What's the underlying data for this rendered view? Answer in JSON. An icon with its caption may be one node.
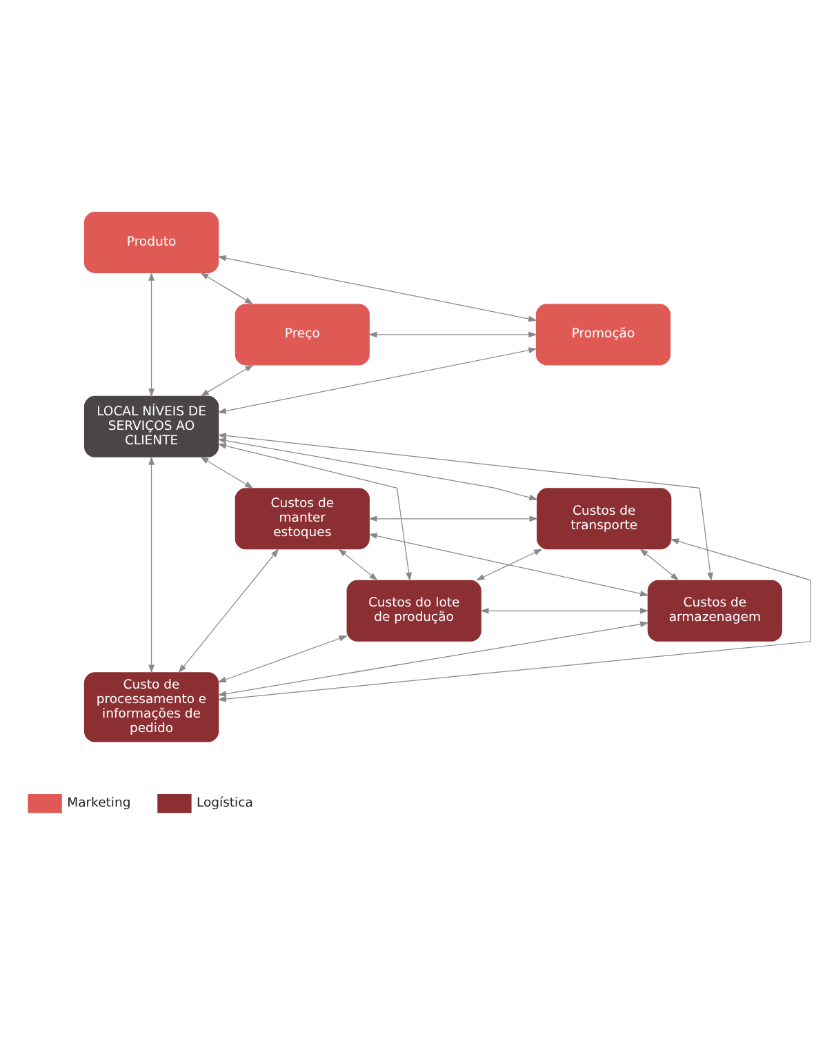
{
  "diagram": {
    "nodes": [
      {
        "text": [
          "Produto"
        ]
      },
      {
        "text": [
          "Preço"
        ]
      },
      {
        "text": [
          "Promoção"
        ]
      },
      {
        "text": [
          "LOCAL NÍVEIS DE SERVIÇOS AO CLIENTE"
        ]
      },
      {
        "text": [
          "Custos de manter estoques"
        ]
      },
      {
        "text": [
          "Custos de transporte"
        ]
      },
      {
        "text": [
          "Custos do lote de produção"
        ]
      },
      {
        "text": [
          "Custos de armazenagem"
        ]
      },
      {
        "text": [
          "Custo de processamento e informações de pedido"
        ]
      }
    ],
    "edges": [
      {
        "from": 1,
        "to": 0,
        "arrow": "both"
      },
      {
        "from": 0,
        "to": 2,
        "arrow": "both"
      },
      {
        "from": 1,
        "to": 2,
        "arrow": "both"
      },
      {
        "from": 0,
        "to": 3,
        "arrow": "both"
      },
      {
        "from": 1,
        "to": 3,
        "arrow": "both"
      },
      {
        "from": 2,
        "to": 3,
        "arrow": "both"
      },
      {
        "from": 3,
        "to": 4,
        "arrow": "both"
      },
      {
        "from": 3,
        "to": 5,
        "arrow": "both"
      },
      {
        "from": 4,
        "to": 5,
        "arrow": "both"
      },
      {
        "from": 3,
        "to": 8,
        "arrow": "both"
      },
      {
        "from": 3,
        "to": 6,
        "arrow": "both"
      },
      {
        "from": 3,
        "to": 7,
        "arrow": "both"
      },
      {
        "from": 4,
        "to": 7,
        "arrow": "both"
      },
      {
        "from": 5,
        "to": 6,
        "arrow": "both"
      },
      {
        "from": 4,
        "to": 8,
        "arrow": "both"
      },
      {
        "from": 5,
        "to": 8,
        "arrow": "both"
      },
      {
        "from": 6,
        "to": 7,
        "arrow": "both"
      },
      {
        "from": 4,
        "to": 6,
        "arrow": "both"
      },
      {
        "from": 5,
        "to": 7,
        "arrow": "both"
      },
      {
        "from": 6,
        "to": 8,
        "arrow": "both"
      },
      {
        "from": 7,
        "to": 8,
        "arrow": "both"
      }
    ],
    "legend": [
      {
        "text": "Marketing",
        "color": "#e05a55"
      },
      {
        "text": "Logística",
        "color": "#8b2f33"
      }
    ]
  }
}
